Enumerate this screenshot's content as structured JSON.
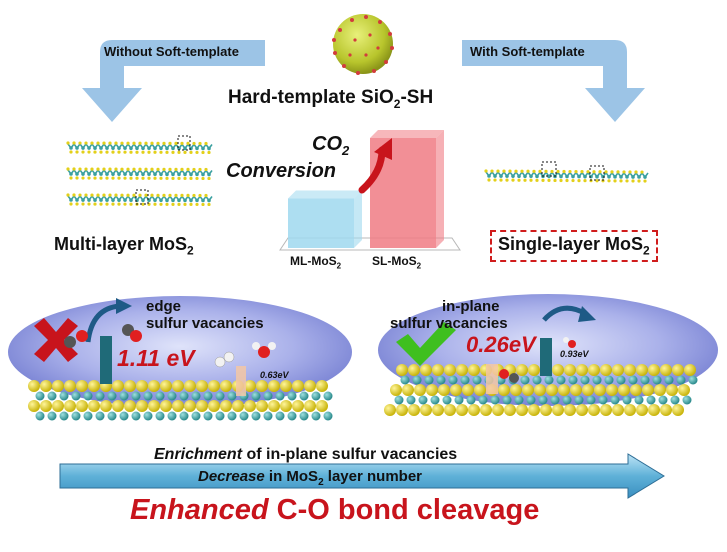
{
  "top": {
    "left_arrow_label": "Without Soft-template",
    "right_arrow_label": "With Soft-template",
    "hard_template": {
      "text": "Hard-template SiO",
      "sub1": "2",
      "tail": "-SH"
    }
  },
  "left_structure": {
    "text": "Multi-layer MoS",
    "sub": "2"
  },
  "right_structure": {
    "text": "Single-layer MoS",
    "sub": "2"
  },
  "chart": {
    "title_line1_main": "CO",
    "title_line1_sub": "2",
    "title_line2": "Conversion",
    "categories": [
      "ML-MoS2",
      "SL-MoS2"
    ],
    "cat_labels": [
      {
        "main": "ML-MoS",
        "sub": "2"
      },
      {
        "main": "SL-MoS",
        "sub": "2"
      }
    ]
  },
  "chart_data": {
    "type": "bar",
    "categories": [
      "ML-MoS2",
      "SL-MoS2"
    ],
    "values": [
      0.45,
      1.0
    ],
    "title": "CO2 Conversion",
    "colors": [
      "#9fd8ef",
      "#f07b84"
    ]
  },
  "left_panel": {
    "label_line1": "edge",
    "label_line2": "sulfur vacancies",
    "energy_main": "1.11 eV",
    "energy_small": "0.63eV"
  },
  "right_panel": {
    "label_line1": "in-plane",
    "label_line2": "sulfur vacancies",
    "energy_main": "0.26eV",
    "energy_small": "0.93eV"
  },
  "bottom": {
    "line1_italic": "Enrichment",
    "line1_rest": " of in-plane sulfur vacancies",
    "line2_italic": "Decrease",
    "line2_mid": " in MoS",
    "line2_sub": "2",
    "line2_rest": " layer number",
    "final_italic": "Enhanced",
    "final_rest": " C-O bond cleavage"
  },
  "colors": {
    "arrow_blue": "#9cc4e6",
    "red_text": "#c8141c",
    "bar1": "#9fd8ef",
    "bar2": "#f07b84",
    "ellipse": "#8790d8",
    "sulfur": "#e3d01a",
    "molybdenum": "#3aa0a0"
  }
}
